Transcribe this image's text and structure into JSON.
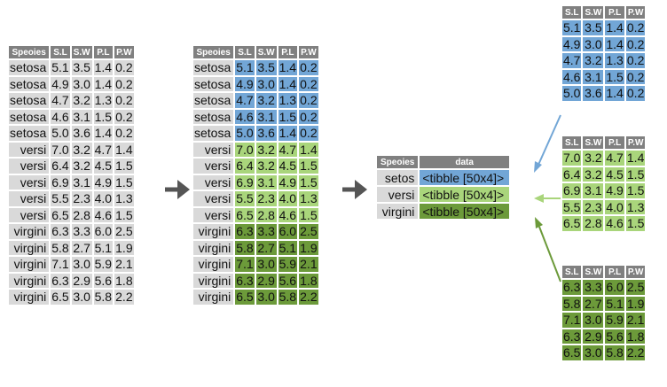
{
  "headers": [
    "Speoies",
    "S.L",
    "S.W",
    "P.L",
    "P.W"
  ],
  "nested_headers": [
    "Speoies",
    "data"
  ],
  "sub_headers": [
    "S.L",
    "S.W",
    "P.L",
    "P.W"
  ],
  "colors": {
    "setosa": "#72a6d6",
    "versi": "#a9d57b",
    "virgini": "#6c9a3a",
    "gray": "#d9d9d9",
    "header": "#808080",
    "arrow": "#555555"
  },
  "rows": [
    {
      "species": "setosa",
      "vals": [
        "5.1",
        "3.5",
        "1.4",
        "0.2"
      ]
    },
    {
      "species": "setosa",
      "vals": [
        "4.9",
        "3.0",
        "1.4",
        "0.2"
      ]
    },
    {
      "species": "setosa",
      "vals": [
        "4.7",
        "3.2",
        "1.3",
        "0.2"
      ]
    },
    {
      "species": "setosa",
      "vals": [
        "4.6",
        "3.1",
        "1.5",
        "0.2"
      ]
    },
    {
      "species": "setosa",
      "vals": [
        "5.0",
        "3.6",
        "1.4",
        "0.2"
      ]
    },
    {
      "species": "versi",
      "vals": [
        "7.0",
        "3.2",
        "4.7",
        "1.4"
      ]
    },
    {
      "species": "versi",
      "vals": [
        "6.4",
        "3.2",
        "4.5",
        "1.5"
      ]
    },
    {
      "species": "versi",
      "vals": [
        "6.9",
        "3.1",
        "4.9",
        "1.5"
      ]
    },
    {
      "species": "versi",
      "vals": [
        "5.5",
        "2.3",
        "4.0",
        "1.3"
      ]
    },
    {
      "species": "versi",
      "vals": [
        "6.5",
        "2.8",
        "4.6",
        "1.5"
      ]
    },
    {
      "species": "virgini",
      "vals": [
        "6.3",
        "3.3",
        "6.0",
        "2.5"
      ]
    },
    {
      "species": "virgini",
      "vals": [
        "5.8",
        "2.7",
        "5.1",
        "1.9"
      ]
    },
    {
      "species": "virgini",
      "vals": [
        "7.1",
        "3.0",
        "5.9",
        "2.1"
      ]
    },
    {
      "species": "virgini",
      "vals": [
        "6.3",
        "2.9",
        "5.6",
        "1.8"
      ]
    },
    {
      "species": "virgini",
      "vals": [
        "6.5",
        "3.0",
        "5.8",
        "2.2"
      ]
    }
  ],
  "nested": [
    {
      "species": "setos",
      "data": "<tibble [50x4]>",
      "group": "setosa"
    },
    {
      "species": "versi",
      "data": "<tibble [50x4]>",
      "group": "versi"
    },
    {
      "species": "virgini",
      "data": "<tibble [50x4]>",
      "group": "virgini"
    }
  ]
}
